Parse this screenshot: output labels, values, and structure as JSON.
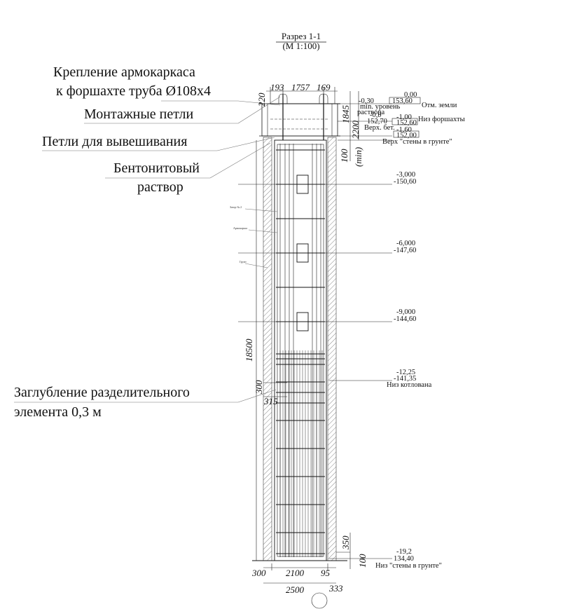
{
  "title": {
    "line1": "Разрез 1-1",
    "line2": "(М 1:100)"
  },
  "callouts": {
    "armo_line1": "Крепление армокаркаса",
    "armo_line2": "к форшахте труба Ø108х4",
    "loops_mount": "Монтажные петли",
    "loops_hang": "Петли для вывешивания",
    "bentonite_line1": "Бентонитовый",
    "bentonite_line2": "раствор",
    "embed_line1": "Заглубление разделительного",
    "embed_line2": "элемента 0,3 м"
  },
  "small_labels": {
    "zazor": "Зазор № 2",
    "armokarkas": "Армокаркас",
    "grunt": "Грунт"
  },
  "dimensions": {
    "top_left": "193",
    "top_mid": "1757",
    "top_right": "169",
    "left_220": "220",
    "v1845": "1845",
    "v2200": "2200",
    "v100": "100",
    "vmin": "(min)",
    "v18500": "18500",
    "v300": "300",
    "h315": "315",
    "v350": "350",
    "v100b": "100",
    "b300": "300",
    "b2100": "2100",
    "b95": "95",
    "b2500": "2500",
    "b333": "333"
  },
  "levels": {
    "l0_a": "0,00",
    "l0_b": "153,60",
    "l0_txt": "Отм. земли",
    "lmin_a": "-0,30",
    "lmin_txt1": "min. уровень",
    "lmin_txt2": "раствора",
    "l09": "-0,9",
    "l100_a": "-1,00",
    "l100_b": "152,60",
    "l100_txt": "Низ форшахты",
    "l270": "152,70",
    "lverh": "Верх. бет.",
    "l160_a": "-1,60",
    "l160_b": "152,00",
    "l160_txt": "Верх \"стены в грунте\"",
    "l3_a": "-3,000",
    "l3_b": "-150,60",
    "l6_a": "-6,000",
    "l6_b": "-147,60",
    "l9_a": "-9,000",
    "l9_b": "-144,60",
    "l12_a": "-12,25",
    "l12_b": "-141,35",
    "l12_txt": "Низ котлована",
    "l19_a": "-19,2",
    "l19_b": "134,40",
    "l19_txt": "Низ \"стены в грунте\""
  }
}
